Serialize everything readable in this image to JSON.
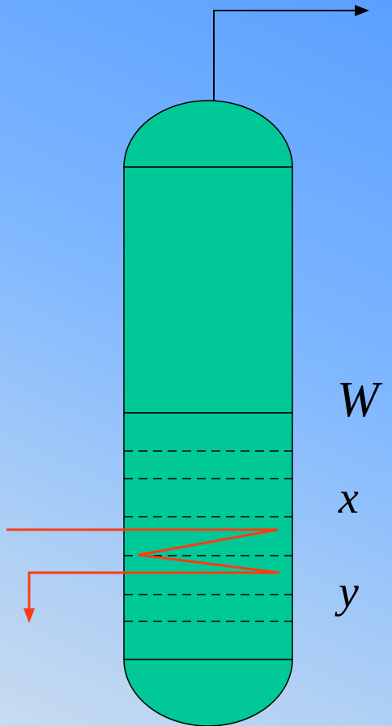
{
  "labels": {
    "w": "W",
    "x": "x",
    "y": "y"
  },
  "colors": {
    "column_fill": "#00c896",
    "outline": "#000000",
    "coil": "#ff3b12"
  },
  "tray_count": 6
}
